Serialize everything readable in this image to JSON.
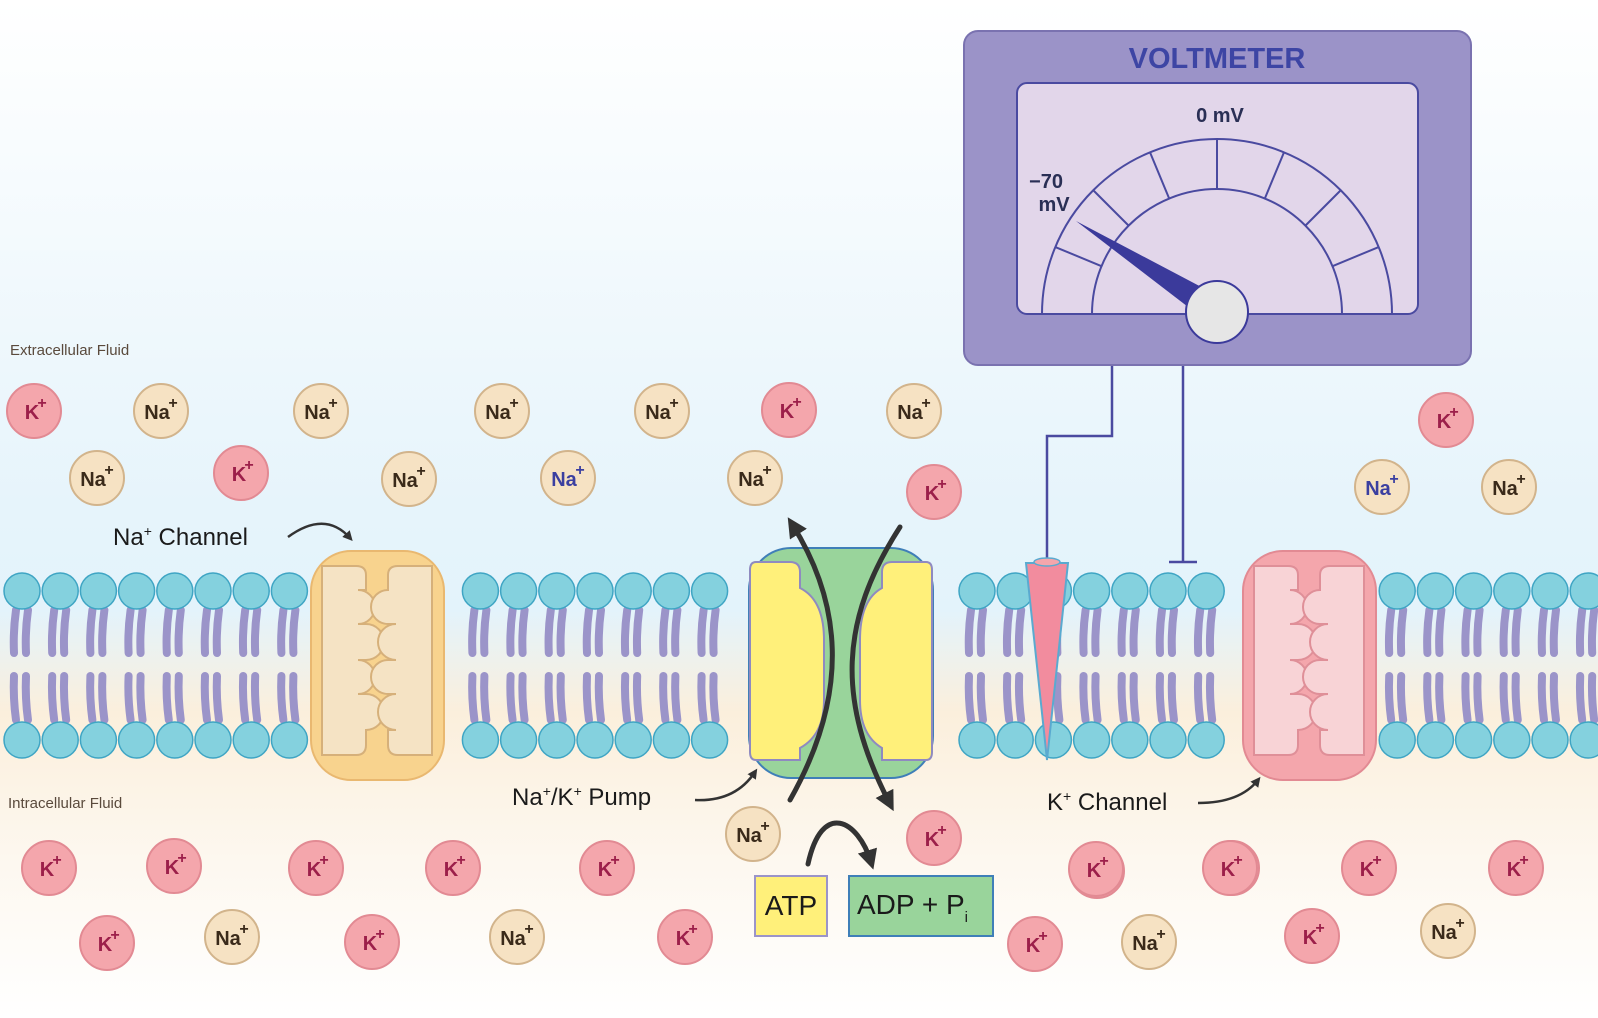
{
  "regions": {
    "extracellular_label": "Extracellular Fluid",
    "intracellular_label": "Intracellular Fluid"
  },
  "voltmeter": {
    "title": "VOLTMETER",
    "zero_label": "0 mV",
    "rest_label_line1": "−70",
    "rest_label_line2": "mV",
    "reading_mv": -70
  },
  "labels": {
    "na_channel_prefix": "Na",
    "na_channel_suffix": " Channel",
    "pump_na": "Na",
    "pump_slash_k": "/K",
    "pump_suffix": " Pump",
    "k_channel_prefix": "K",
    "k_channel_suffix": " Channel",
    "plus": "+",
    "atp": "ATP",
    "adp_text": "ADP + P",
    "adp_sub": "i"
  },
  "ion_text": {
    "na": "Na",
    "k": "K",
    "plus": "+"
  },
  "ions": {
    "extracellular": [
      "K",
      "Na",
      "Na",
      "Na",
      "Na",
      "K",
      "Na",
      "Na",
      "K",
      "Na",
      "Na",
      "Na",
      "K",
      "K",
      "Na",
      "Na"
    ],
    "intracellular": [
      "K",
      "K",
      "K",
      "K",
      "K",
      "Na",
      "K",
      "K",
      "K",
      "K",
      "K",
      "K",
      "Na",
      "K",
      "Na",
      "K",
      "Na",
      "K",
      "K",
      "Na",
      "K",
      "K"
    ]
  },
  "colors": {
    "na_ion_fill": "#f6e2c3",
    "na_ion_stroke": "#d2b48c",
    "k_ion_fill": "#f4a6ac",
    "k_ion_stroke": "#e28a93",
    "k_ion_text": "#9c1f4a",
    "na_ion_text": "#3a2a1a",
    "na_highlight_text": "#3b3fa0",
    "lipid_head": "#84d1de",
    "lipid_tail": "#9b94c9",
    "na_channel": "#f8d38e",
    "k_channel": "#f4a6ac",
    "pump_body": "#99d49b",
    "pump_subunit": "#fff07a",
    "voltmeter_frame": "#9b93c8",
    "voltmeter_face": "#e2d6ea",
    "needle": "#3b3a9b",
    "electrode": "#f28c9e",
    "atp_fill": "#fff07a",
    "adp_fill": "#99d49b"
  }
}
